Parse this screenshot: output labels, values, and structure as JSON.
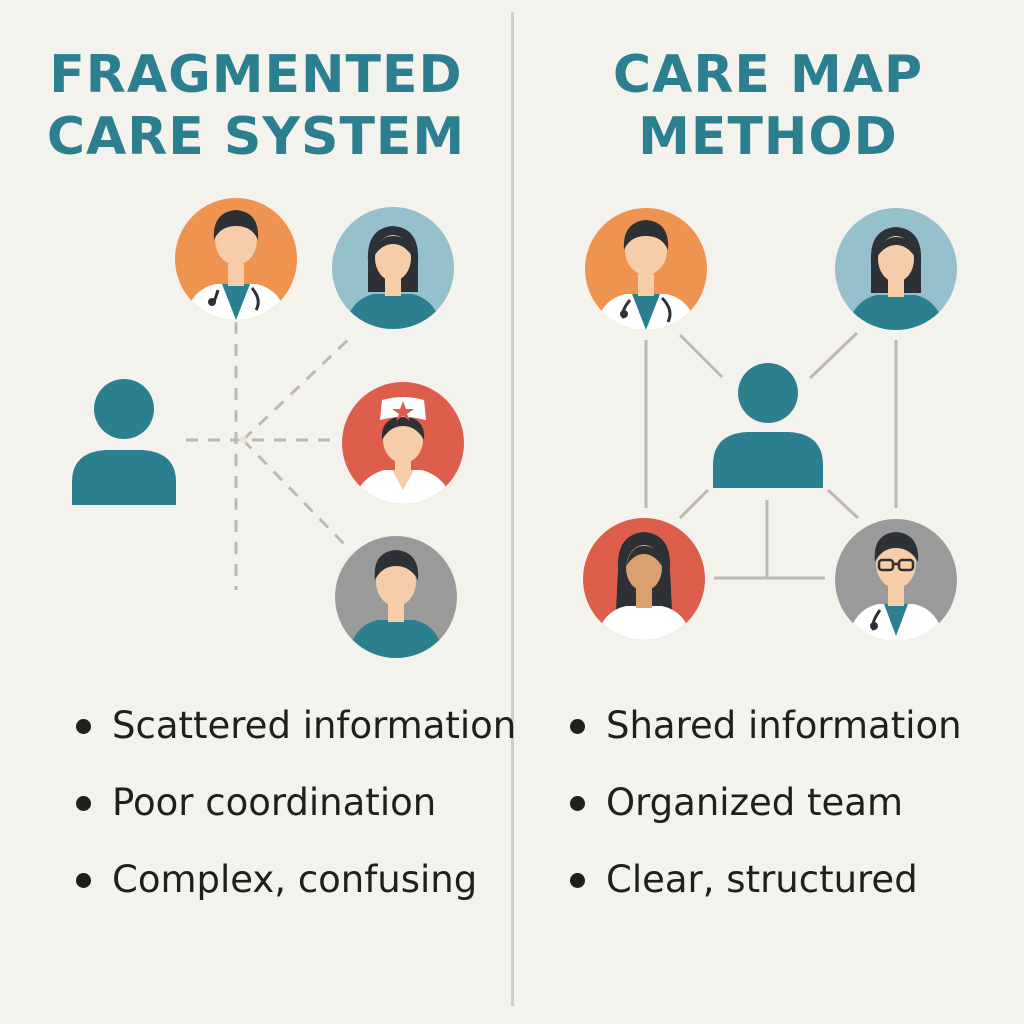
{
  "colors": {
    "teal": "#2b7f8f",
    "orange": "#ee9350",
    "light_blue": "#95c0cc",
    "red": "#dd5f4b",
    "gray": "#9a9a9a",
    "connector": "#bdbab3",
    "background": "#f4f2ec"
  },
  "left_panel": {
    "title_line1": "FRAGMENTED",
    "title_line2": "CARE SYSTEM",
    "bullets": [
      "Scattered information",
      "Poor coordination",
      "Complex, confusing"
    ],
    "diagram": {
      "connector_style": "dashed",
      "center": "patient-icon",
      "nodes": [
        "doctor-avatar-orange",
        "woman-avatar-blue",
        "nurse-avatar-red",
        "man-avatar-gray"
      ]
    }
  },
  "right_panel": {
    "title_line1": "CARE MAP",
    "title_line2": "METHOD",
    "bullets": [
      "Shared information",
      "Organized team",
      "Clear, structured"
    ],
    "diagram": {
      "connector_style": "solid",
      "center": "patient-icon",
      "nodes": [
        "doctor-avatar-orange",
        "woman-avatar-blue",
        "woman-avatar-red",
        "doctor-avatar-gray"
      ]
    }
  }
}
